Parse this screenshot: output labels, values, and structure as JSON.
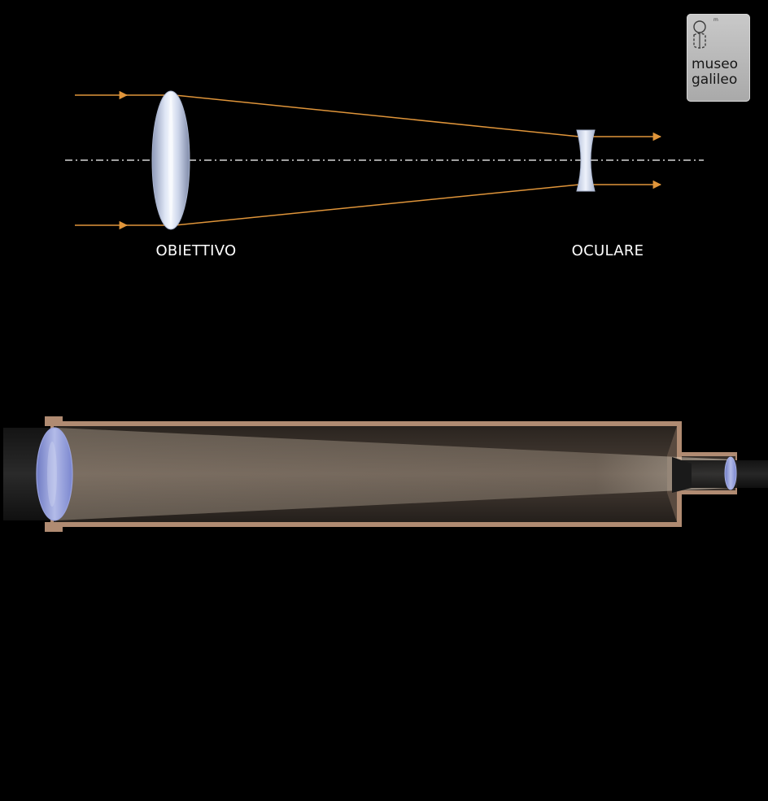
{
  "diagram": {
    "lens_labels": {
      "objective": "OBIETTIVO",
      "eyepiece": "OCULARE"
    }
  },
  "logo": {
    "line1": "museo",
    "line2": "galileo"
  },
  "colors": {
    "background": "#000000",
    "ray": "#e0953a",
    "lens_glass": "#c7d2e8",
    "tube_wall": "#b08b72",
    "tube_interior": "#3a312b",
    "light_cone": "#c9b8a4",
    "lens_blue": "#8a95d8",
    "logo_bg": "#b8b8b8"
  },
  "icons": {
    "logo_mark": "museo-galileo-g-logo-icon"
  }
}
